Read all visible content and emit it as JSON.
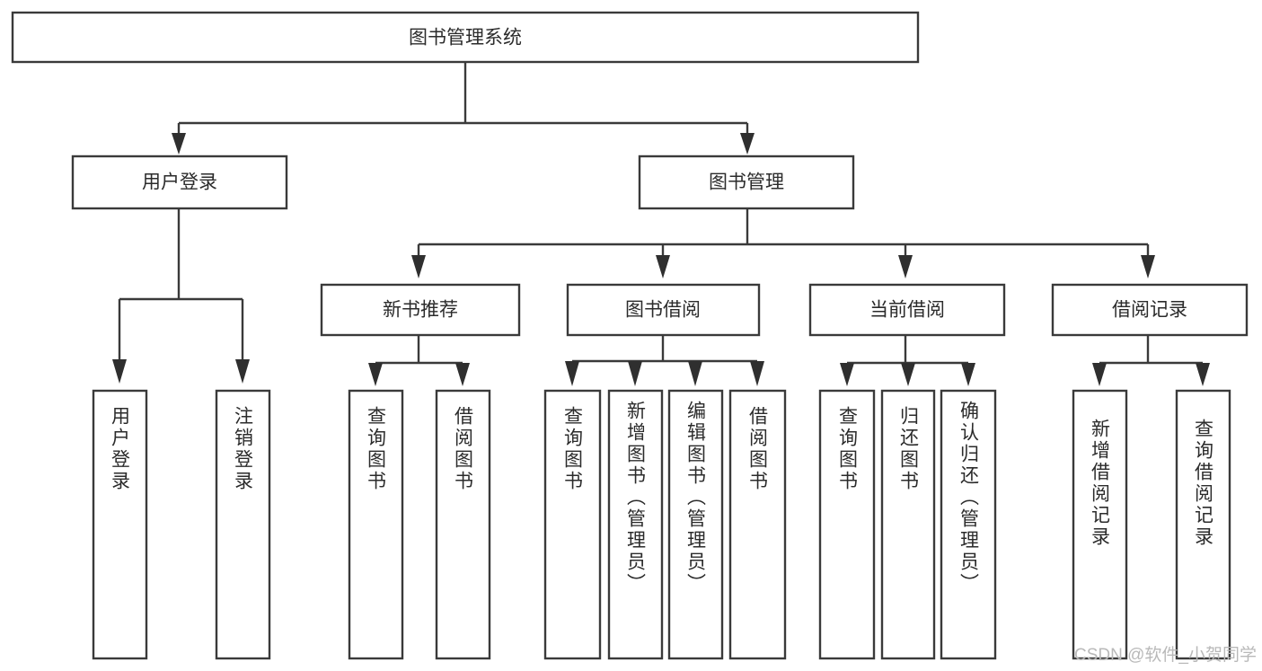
{
  "diagram": {
    "type": "tree-hierarchy",
    "title": "图书管理系统",
    "nodes": {
      "root": {
        "label": "图书管理系统",
        "level": 0
      },
      "user_login": {
        "label": "用户登录",
        "level": 1
      },
      "book_manage": {
        "label": "图书管理",
        "level": 1
      },
      "new_book_rec": {
        "label": "新书推荐",
        "level": 2
      },
      "book_borrow": {
        "label": "图书借阅",
        "level": 2
      },
      "current_borrow": {
        "label": "当前借阅",
        "level": 2
      },
      "borrow_record": {
        "label": "借阅记录",
        "level": 2
      }
    },
    "leaves": {
      "login_do": {
        "label": "用户登录"
      },
      "logout_do": {
        "label": "注销登录"
      },
      "rec_query_book": {
        "label": "查询图书"
      },
      "rec_borrow_book": {
        "label": "借阅图书"
      },
      "borrow_query_book": {
        "label": "查询图书"
      },
      "borrow_add_book": {
        "label": "新增图书（管理员）"
      },
      "borrow_edit_book": {
        "label": "编辑图书（管理员）"
      },
      "borrow_borrow_book": {
        "label": "借阅图书"
      },
      "cur_query_book": {
        "label": "查询图书"
      },
      "cur_return_book": {
        "label": "归还图书"
      },
      "cur_confirm_return": {
        "label": "确认归还（管理员）"
      },
      "rec_add_record": {
        "label": "新增借阅记录"
      },
      "rec_query_record": {
        "label": "查询借阅记录"
      }
    },
    "watermark": "CSDN @软件_小贺同学",
    "colors": {
      "box_stroke": "#3a3a3a",
      "box_fill": "#ffffff",
      "text": "#2b2b2b",
      "connector": "#3a3a3a",
      "watermark": "#b9b9b9",
      "background": "#ffffff"
    }
  }
}
